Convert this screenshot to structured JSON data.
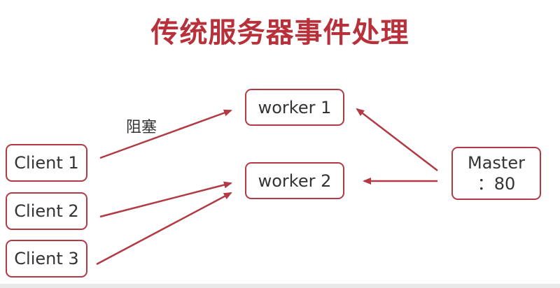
{
  "title": "传统服务器事件处理",
  "blocking_label": "阻塞",
  "workers": [
    {
      "label": "worker 1"
    },
    {
      "label": "worker 2"
    }
  ],
  "clients": [
    {
      "label": "Client 1"
    },
    {
      "label": "Client 2"
    },
    {
      "label": "Client 3"
    }
  ],
  "master": {
    "line1": "Master",
    "line2": "：80"
  },
  "colors": {
    "accent": "#b23a44",
    "title": "#b8313a",
    "text": "#333333"
  }
}
